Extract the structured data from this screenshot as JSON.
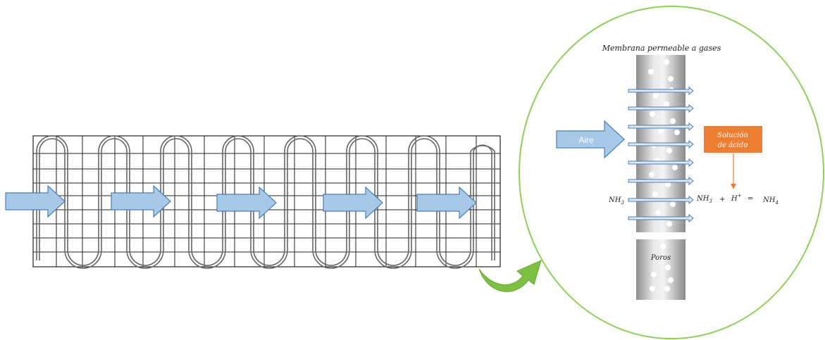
{
  "diagram": {
    "membrane_title": "Membrana permeable a gases",
    "air_label": "Aire",
    "acid_label_line1": "Solución",
    "acid_label_line2": "de ácido",
    "nh3_left": "NH",
    "nh3_left_sub": "3",
    "reaction": {
      "nh3": "NH",
      "nh3_sub": "3",
      "plus": "+",
      "h": "H",
      "h_sup": "+",
      "equals": "=",
      "nh4": "NH",
      "nh4_sub": "4"
    },
    "pores_label": "Poros",
    "colors": {
      "flow_arrow_fill": "#a8c8e8",
      "flow_arrow_stroke": "#4a7fb5",
      "acid_box": "#ed7d31",
      "acid_arrow": "#ed7d31",
      "zoom_circle": "#8fcf5a",
      "zoom_arrow": "#7dc142",
      "tube_gray": "#b8b8b8",
      "grid_line": "#222222",
      "serpentine": "#666666"
    }
  }
}
